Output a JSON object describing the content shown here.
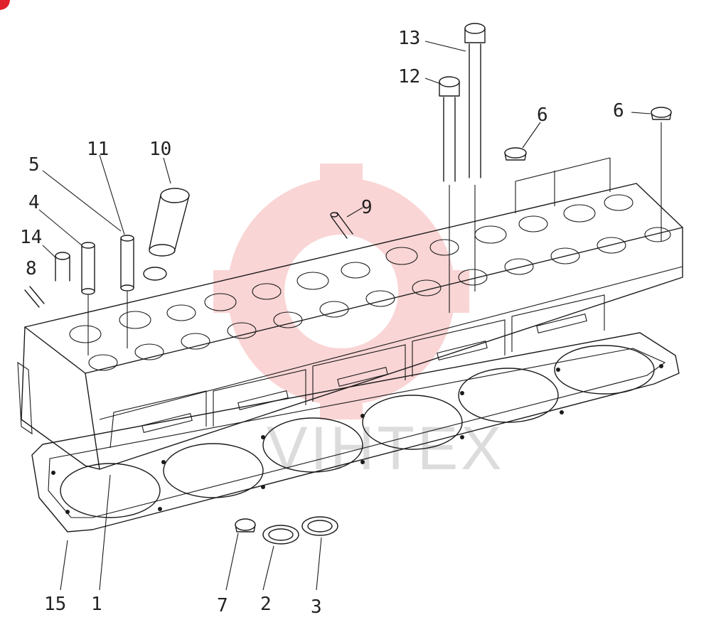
{
  "watermark": {
    "text": "VIHTEX",
    "color": "#f7b3b3"
  },
  "labels": {
    "l13": "13",
    "l12": "12",
    "l6a": "6",
    "l6b": "6",
    "l10": "10",
    "l11": "11",
    "l5": "5",
    "l4": "4",
    "l14": "14",
    "l8": "8",
    "l9": "9",
    "l15": "15",
    "l1": "1",
    "l7": "7",
    "l2": "2",
    "l3": "3"
  }
}
